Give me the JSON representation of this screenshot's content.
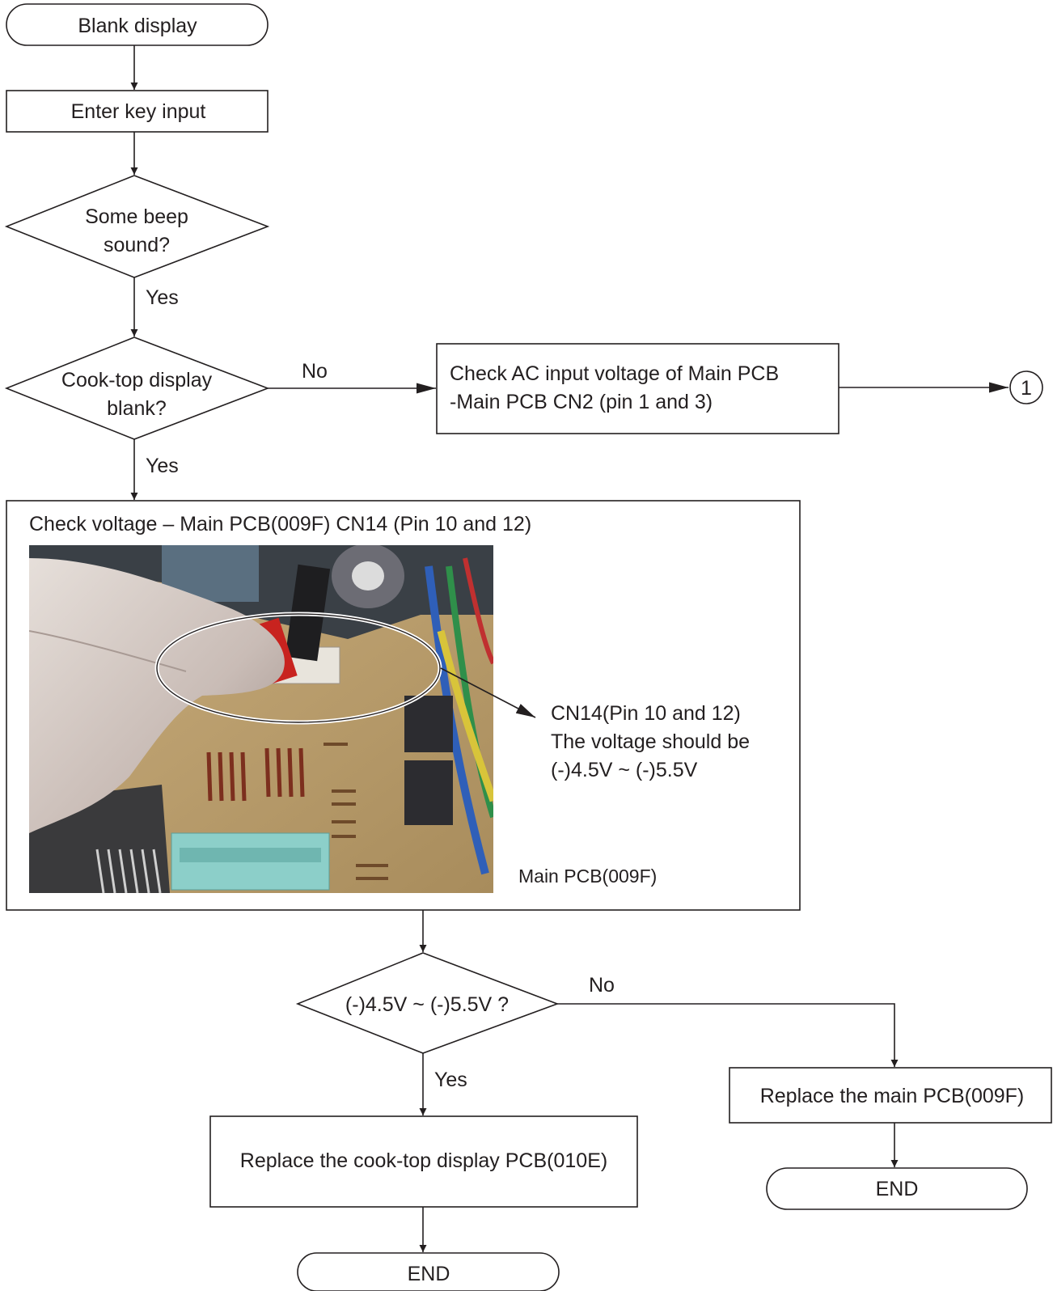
{
  "nodes": {
    "start": "Blank display",
    "enter_key": "Enter key input",
    "beep_q": [
      "Some beep",
      "sound?"
    ],
    "display_q": [
      "Cook-top display",
      "blank?"
    ],
    "check_ac": [
      "Check AC input voltage  of Main PCB",
      "-Main PCB CN2 (pin 1 and 3)"
    ],
    "connector": "1",
    "check_voltage_title": "Check voltage – Main PCB(009F) CN14 (Pin 10 and 12)",
    "photo_callout": [
      "CN14(Pin 10 and 12)",
      "The voltage should be",
      "(-)4.5V ~ (-)5.5V"
    ],
    "photo_caption": "Main PCB(009F)",
    "voltage_q": "(-)4.5V ~ (-)5.5V ?",
    "replace_display": "Replace the cook-top display PCB(010E)",
    "replace_main": "Replace the main PCB(009F)",
    "end_1": "END",
    "end_2": "END"
  },
  "edges": {
    "beep_yes": "Yes",
    "display_no": "No",
    "display_yes": "Yes",
    "voltage_no": "No",
    "voltage_yes": "Yes"
  }
}
